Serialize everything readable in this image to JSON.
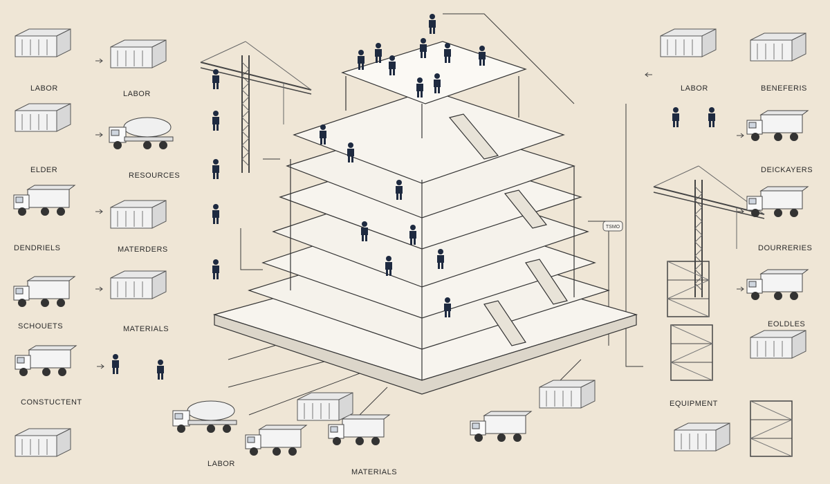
{
  "labels": {
    "left": [
      "LABOR",
      "LABOR",
      "ELDER",
      "RESOURCES",
      "DENDRIELS",
      "MATERDERS",
      "SCHOUETS",
      "MATERIALS",
      "CONSTUCTENT"
    ],
    "bottom": [
      "LABOR",
      "MATERIALS"
    ],
    "right": [
      "LABOR",
      "BENEFERIS",
      "DEICKAYERS",
      "DOURRERIES",
      "EOLDLES",
      "EQUIPMENT"
    ],
    "tower_tag": "TSMO"
  },
  "icons": {
    "truck": "dump-truck-icon",
    "mixer": "cement-mixer-icon",
    "crane": "tower-crane-icon",
    "person": "worker-icon",
    "pallet": "material-pallet-icon",
    "scaffold": "scaffold-icon"
  },
  "colors": {
    "background": "#efe6d6",
    "line": "#3a3a3a",
    "floor": "#f7f4ee",
    "worker": "#1e2a40"
  }
}
